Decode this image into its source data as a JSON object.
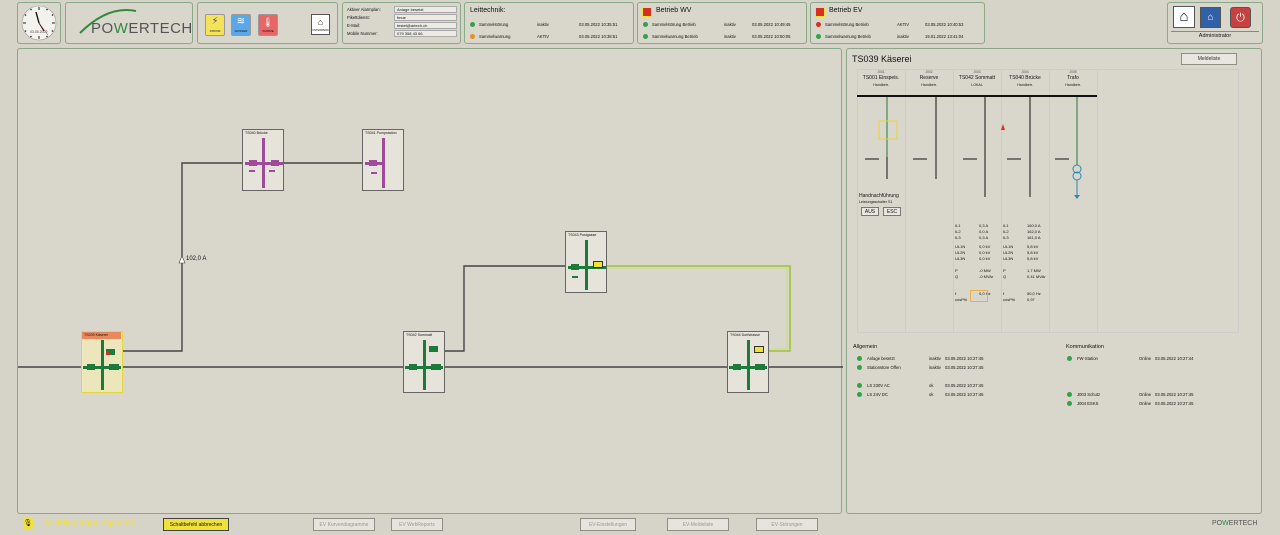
{
  "clock": {
    "date": "03.05.2022"
  },
  "logo": {
    "text_po": "PO",
    "text_w": "W",
    "text_rest": "ERTECH"
  },
  "alarm_icons": [
    {
      "name": "strom-icon",
      "label": "STROM",
      "color": "#f3e25a"
    },
    {
      "name": "wasser-icon",
      "label": "WASSER",
      "color": "#59a8e8"
    },
    {
      "name": "waerme-icon",
      "label": "WÄRME",
      "color": "#e86666"
    }
  ],
  "substation_icon_label": "UNTERWERK",
  "contact": {
    "rows": [
      {
        "label": "Aktiver Alarmplan:",
        "value": "Anlage besetzt"
      },
      {
        "label": "Pikettdienst:",
        "value": "fmue"
      },
      {
        "label": "E-Mail:",
        "value": "testet@artech.ch"
      },
      {
        "label": "Mobile Nummer:",
        "value": "079 358 43 66"
      }
    ]
  },
  "leittechnik": {
    "title": "Leittechnik:",
    "rows": [
      {
        "name": "Sammelstörung",
        "state": "inaktiv",
        "time": "03.05.2022 10:35:51",
        "color": "#2fa34a"
      },
      {
        "name": "Sammelwarnung",
        "state": "AKTIV",
        "time": "03.05.2022 10:38:51",
        "color": "#e8901c"
      }
    ]
  },
  "betrieb_wv": {
    "title": "Betrieb WV",
    "rows": [
      {
        "name": "Sammelstörung Betrieb",
        "state": "inaktiv",
        "time": "03.05.2022 10:49:45",
        "color": "#2fa34a"
      },
      {
        "name": "Sammelwarnung Betrieb",
        "state": "inaktiv",
        "time": "03.05.2022 10:50:05",
        "color": "#2fa34a"
      }
    ]
  },
  "betrieb_ev": {
    "title": "Betrieb EV",
    "rows": [
      {
        "name": "Sammelstörung Betrieb",
        "state": "AKTIV",
        "time": "03.05.2022 10:40:53",
        "color": "#d83020"
      },
      {
        "name": "Sammelwarnung Betrieb",
        "state": "inaktiv",
        "time": "19.01.2022 13:41:04",
        "color": "#2fa34a"
      }
    ]
  },
  "user": {
    "name": "Administrator"
  },
  "network": {
    "current_label": "102,0 A",
    "stations": [
      {
        "name": "TS040 Brücke"
      },
      {
        "name": "TS041 Pumpstation"
      },
      {
        "name": "TS043 Postgasse"
      },
      {
        "name": "TS039 Käserei"
      },
      {
        "name": "TS042 Sommatt"
      },
      {
        "name": "TS044 Dorfstrasse"
      }
    ]
  },
  "detail": {
    "title": "TS039 Käserei",
    "meldeliste_label": "Meldeliste",
    "fields": [
      {
        "code": "J001",
        "name": "TS001 Einspeis.",
        "mode": "Handbetr."
      },
      {
        "code": "J002",
        "name": "Reserve",
        "mode": "Handbetr."
      },
      {
        "code": "J003",
        "name": "TS042 Sommatt",
        "mode": "LOKAL"
      },
      {
        "code": "J004",
        "name": "TS040 Brücke",
        "mode": "Handbetr."
      },
      {
        "code": "J005",
        "name": "Trafo",
        "mode": "Handbetr."
      }
    ],
    "hand": {
      "title": "Handnachführung",
      "subtitle": "Leistungsschalter S1",
      "aus": "AUS",
      "esc": "ESC"
    },
    "measure_labels_a": [
      "IL1",
      "IL2",
      "IL3",
      "UL1N",
      "UL2N",
      "UL3N",
      "P",
      "Q",
      "f",
      "cosPhi"
    ],
    "measure_values_a": [
      "0,3 A",
      "0,0 A",
      "0,3 A",
      "0,0 kV",
      "0,0 kV",
      "0,0 kV",
      "-0 MW",
      "-0 MVAr",
      "0,0 Hz",
      ""
    ],
    "measure_labels_b": [
      "IL1",
      "IL2",
      "IL3",
      "UL1N",
      "UL2N",
      "UL3N",
      "P",
      "Q",
      "f",
      "cosPhi"
    ],
    "measure_values_b": [
      "160,0 A",
      "162,0 A",
      "161,0 A",
      "5,8 kV",
      "5,8 kV",
      "5,8 kV",
      "1,7 MW",
      "0,41 MVAr",
      "50,0 Hz",
      "0,97"
    ]
  },
  "allgemein": {
    "title": "Allgemein",
    "rows": [
      {
        "name": "Anlage besetzt",
        "state": "inaktiv",
        "time": "03.05.2022 10:27:45"
      },
      {
        "name": "Stationstüre Offen",
        "state": "inaktiv",
        "time": "03.05.2022 10:27:45"
      },
      {
        "name": "LS 230V AC",
        "state": "ok",
        "time": "03.05.2022 10:27:45"
      },
      {
        "name": "LS 24V DC",
        "state": "ok",
        "time": "03.05.2022 10:27:45"
      }
    ]
  },
  "kommunikation": {
    "title": "Kommunikation",
    "rows": [
      {
        "name": "FW-Station",
        "state": "Online",
        "time": "03.05.2022 10:27:44"
      },
      {
        "name": "J003 Schutz",
        "state": "Online",
        "time": "03.05.2022 10:27:45"
      },
      {
        "name": "J004 ESKS",
        "state": "Online",
        "time": "03.05.2022 10:27:45"
      }
    ]
  },
  "footer": {
    "title": "Mittelspannungsnetz",
    "cancel_label": "Schaltbefehl abbrechen",
    "buttons": [
      "EV Kurvendiagramme",
      "EV WebReports",
      "EV-Einstellungen",
      "EV-Meldeliste",
      "EV-Störungen"
    ]
  },
  "colors": {
    "green": "#1e7a3c",
    "magenta": "#a04a9a",
    "yellow_line": "#b5d43a",
    "accent_yellow": "#f1e23a"
  }
}
